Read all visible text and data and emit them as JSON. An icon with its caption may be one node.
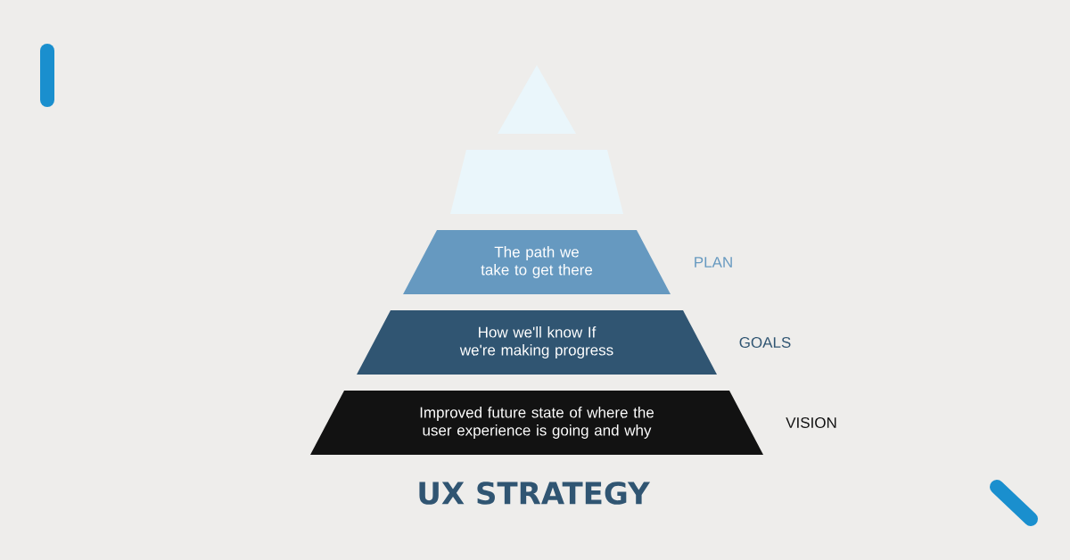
{
  "diagram": {
    "title": "UX STRATEGY",
    "nodes": [
      {
        "text": [],
        "shape": "triangle"
      },
      {
        "text": [],
        "shape": "trapezoid"
      },
      {
        "text": [
          "The path we take to get there"
        ],
        "beside": [
          "PLAN"
        ]
      },
      {
        "text": [
          "How we'll know If we're making progress"
        ],
        "beside": [
          "GOALS"
        ]
      },
      {
        "text": [
          "Improved future state of where the user experience is going and why"
        ],
        "beside": [
          "VISION"
        ]
      }
    ]
  }
}
